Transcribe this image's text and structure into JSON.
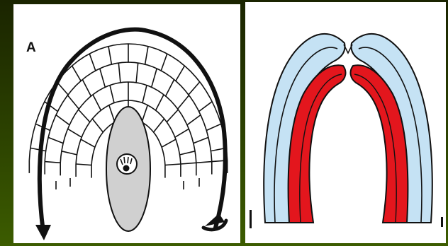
{
  "panels": [
    {
      "label": "A",
      "description_name": "ovule-cross-section",
      "colors": {
        "outline": "#111111",
        "cells_fill": "#ffffff",
        "embryo_sac_fill": "#d0d0d0"
      },
      "icons": [
        "curved-arrow-left",
        "curved-arrow-right",
        "egg-apparatus-icon"
      ]
    },
    {
      "label": "",
      "description_name": "integument-layers",
      "colors": {
        "outer_layer": "#c5e2f4",
        "inner_layer": "#e3161d",
        "outline": "#111111"
      }
    }
  ],
  "background": {
    "gradient_top": "#1a2400",
    "gradient_bottom": "#3c5c00"
  }
}
